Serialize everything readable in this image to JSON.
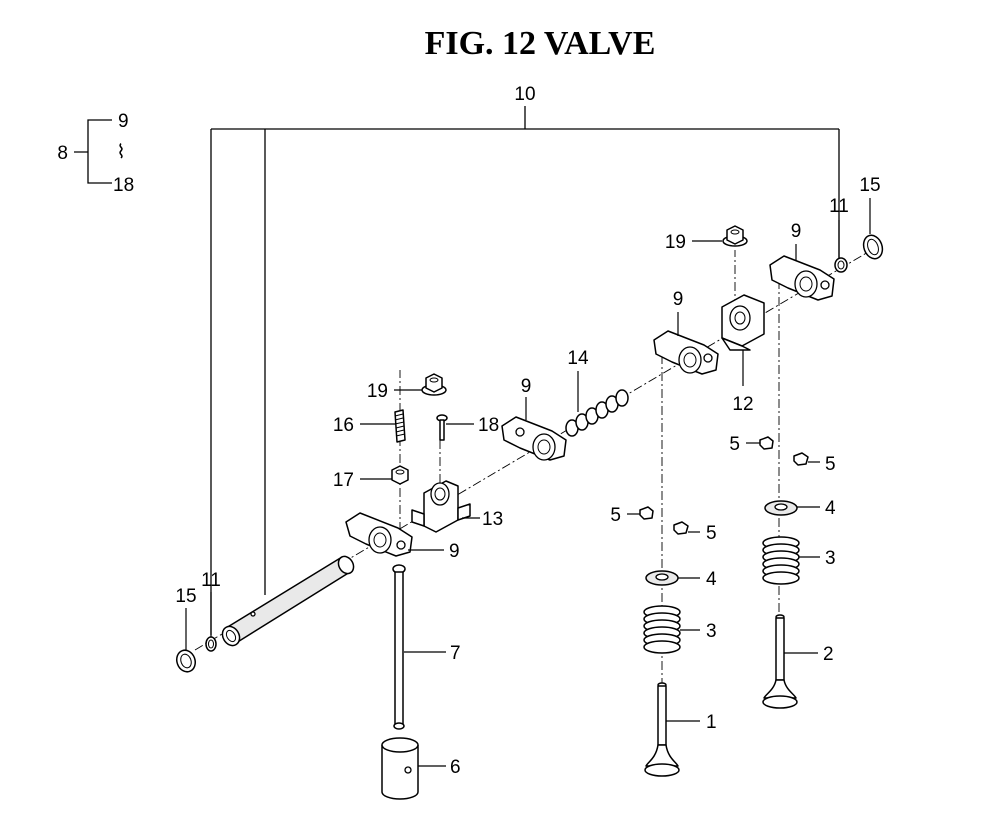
{
  "title": "FIG. 12  VALVE",
  "legend": {
    "parent": "8",
    "from": "9",
    "separator": "⌇",
    "to": "18"
  },
  "callouts": {
    "c1": "1",
    "c2": "2",
    "c3a": "3",
    "c3b": "3",
    "c4a": "4",
    "c4b": "4",
    "c5a": "5",
    "c5b": "5",
    "c5c": "5",
    "c5d": "5",
    "c6": "6",
    "c7": "7",
    "c9a": "9",
    "c9b": "9",
    "c9c": "9",
    "c9d": "9",
    "c10": "10",
    "c11a": "11",
    "c11b": "11",
    "c12": "12",
    "c13": "13",
    "c14": "14",
    "c15a": "15",
    "c15b": "15",
    "c16": "16",
    "c17": "17",
    "c18": "18",
    "c19a": "19",
    "c19b": "19"
  }
}
